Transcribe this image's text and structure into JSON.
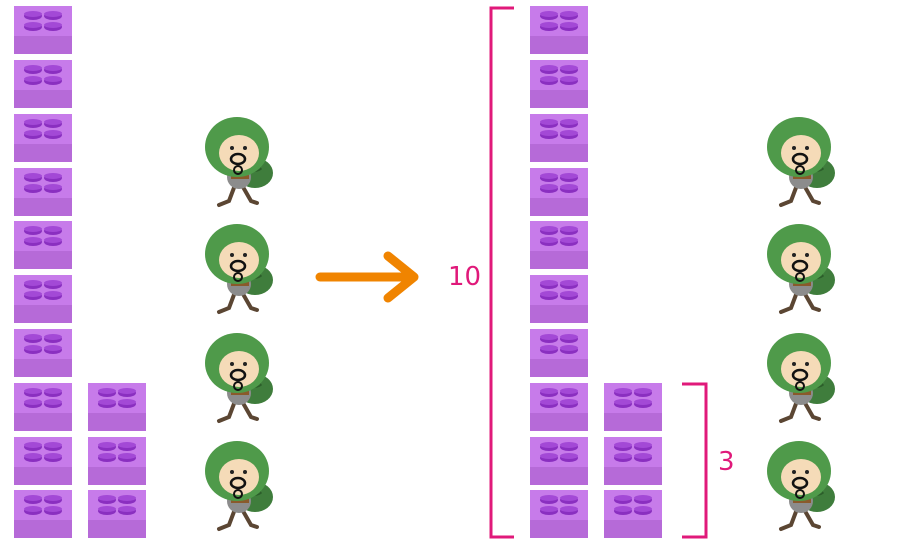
{
  "scene": {
    "colors": {
      "brick_top": "#c77bea",
      "brick_side": "#b66ad8",
      "brick_stud": "#8a2fc0",
      "brick_stud_top": "#a349d6",
      "arrow": "#f08400",
      "bracket": "#e0197a",
      "thief_hood": "#4f9a4a",
      "thief_face": "#f5dbb8",
      "thief_sack": "#3f7d3c"
    },
    "left_group": {
      "tall_stack_count": 10,
      "short_stack_count": 3,
      "thief_count": 4
    },
    "arrow_icon": "right-arrow",
    "right_group": {
      "tall_stack_count": 10,
      "short_stack_count": 3,
      "thief_count": 4,
      "bracket_tall_label": "10",
      "bracket_short_label": "3"
    }
  }
}
